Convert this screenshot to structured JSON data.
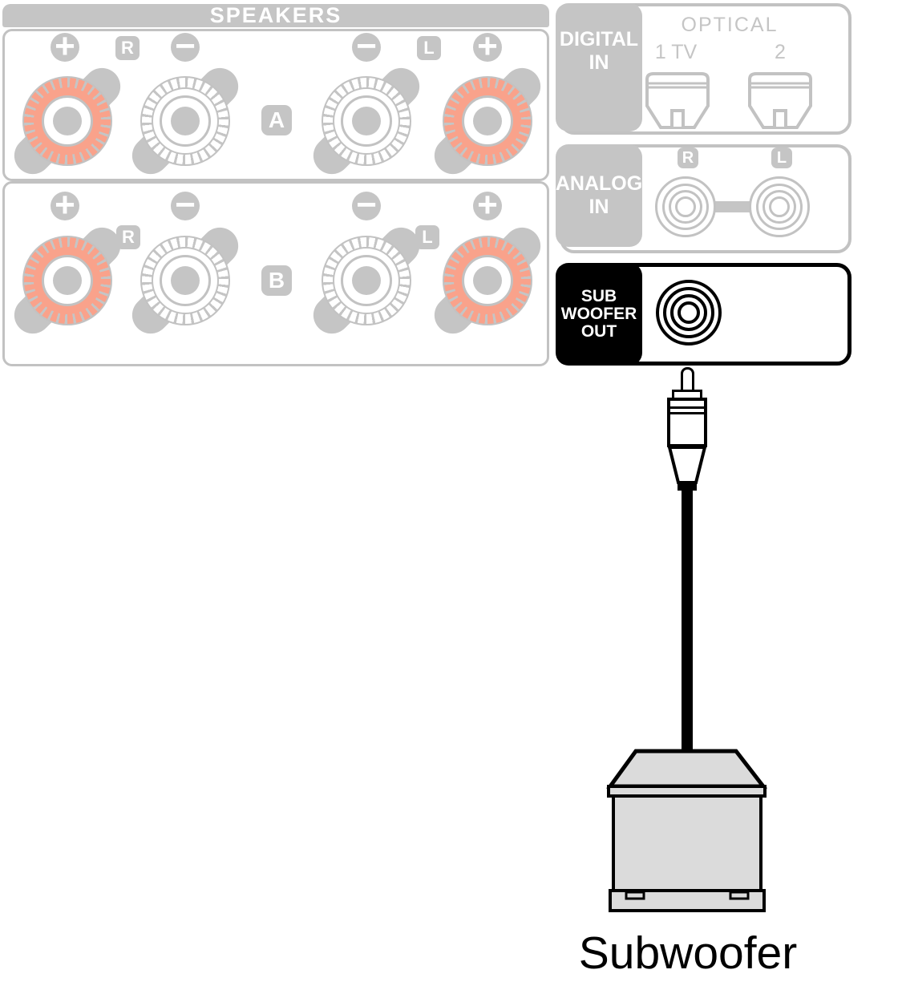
{
  "speakers": {
    "title": "SPEAKERS",
    "row_a": {
      "badge": "A",
      "plus": "+",
      "minus": "−",
      "right_channel": "R",
      "left_channel": "L"
    },
    "row_b": {
      "badge": "B",
      "plus": "+",
      "minus": "−",
      "right_channel": "R",
      "left_channel": "L"
    }
  },
  "digital_in": {
    "label": [
      "DIGITAL",
      "IN"
    ],
    "optical_title": "OPTICAL",
    "port1_label": "1 TV",
    "port2_label": "2"
  },
  "analog_in": {
    "label": [
      "ANALOG",
      "IN"
    ],
    "right_channel": "R",
    "left_channel": "L"
  },
  "subwoofer_out": {
    "label": [
      "SUB",
      "WOOFER",
      "OUT"
    ]
  },
  "caption": "Subwoofer",
  "colors": {
    "gray": "#C5C5C5",
    "border_gray": "#C2C2C2",
    "salmon": "#F9A28B",
    "black": "#000000",
    "box_fill": "#DBDBDB"
  }
}
